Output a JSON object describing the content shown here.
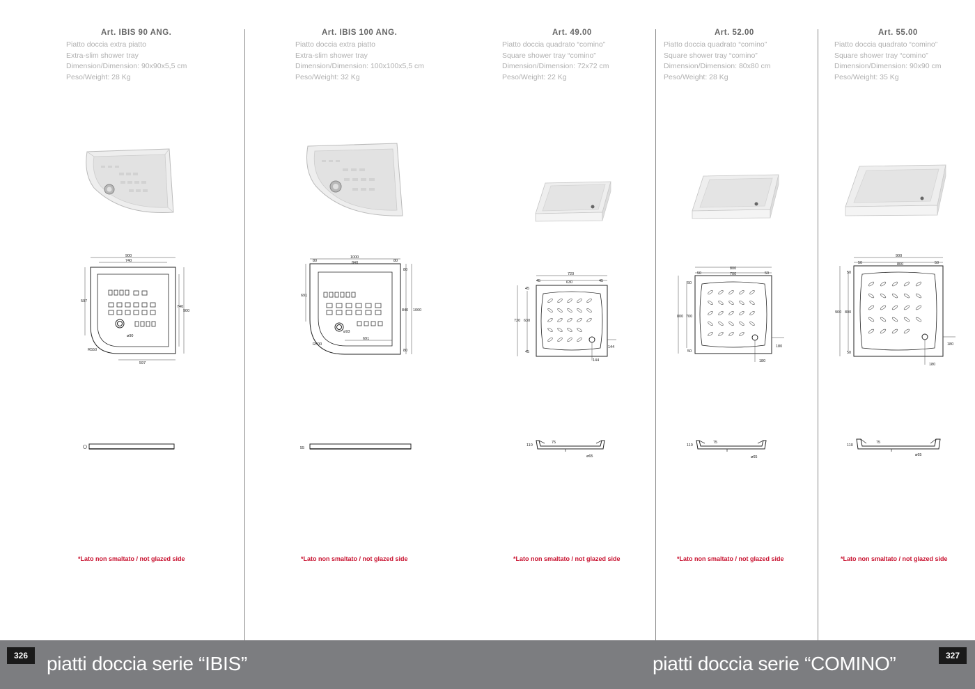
{
  "products": [
    {
      "title": "Art. IBIS 90 ANG.",
      "desc": [
        "Piatto doccia extra piatto",
        "Extra-slim shower tray",
        "Dimension/Dimension: 90x90x5,5 cm",
        "Peso/Weight: 28 Kg"
      ],
      "note": "*Lato non smaltato / not glazed side",
      "dims": {
        "w_total": "900",
        "w_inner": "740",
        "side_top": "597",
        "side_right_inner": "740",
        "side_right": "900",
        "waste": "ø90",
        "radius": "R550",
        "bottom": "597"
      }
    },
    {
      "title": "Art. IBIS 100 ANG.",
      "desc": [
        "Piatto doccia extra piatto",
        "Extra-slim shower tray",
        "Dimension/Dimension: 100x100x5,5 cm",
        "Peso/Weight: 32 Kg"
      ],
      "note": "*Lato non smaltato / not glazed side",
      "dims": {
        "w_total": "1000",
        "w_inner": "840",
        "margin_l": "80",
        "margin_r": "80",
        "right_m1": "80",
        "right_inner": "840",
        "right_total": "1000",
        "right_m2": "80",
        "side_left": "691",
        "waste": "ø93",
        "radius": "R500",
        "bottom": "691",
        "section_h": "55"
      }
    },
    {
      "title": "Art. 49.00",
      "desc": [
        "Piatto doccia quadrato “comino”",
        "Square shower tray “comino”",
        "Dimension/Dimension: 72x72 cm",
        "Peso/Weight: 22 Kg"
      ],
      "note": "*Lato non smaltato / not glazed side",
      "dims": {
        "w_total": "720",
        "w_inner": "630",
        "m_l": "45",
        "m_r": "45",
        "left_total": "720",
        "left_inner": "630",
        "left_m1": "45",
        "left_m2": "45",
        "waste_v": "144",
        "waste_h": "144",
        "sec_h": "110",
        "sec_w": "75",
        "sec_d": "ø65"
      }
    },
    {
      "title": "Art. 52.00",
      "desc": [
        "Piatto doccia quadrato “comino”",
        "Square shower tray “comino”",
        "Dimension/Dimension: 80x80 cm",
        "Peso/Weight: 28 Kg"
      ],
      "note": "*Lato non smaltato / not glazed side",
      "dims": {
        "w_total": "800",
        "w_inner": "700",
        "m_l": "50",
        "m_r": "50",
        "left_total": "800",
        "left_inner": "700",
        "left_m1": "50",
        "left_m2": "50",
        "waste_v": "180",
        "waste_h": "180",
        "sec_h": "110",
        "sec_w": "75",
        "sec_d": "ø65"
      }
    },
    {
      "title": "Art. 55.00",
      "desc": [
        "Piatto doccia quadrato “comino”",
        "Square shower tray “comino”",
        "Dimension/Dimension: 90x90 cm",
        "Peso/Weight: 35 Kg"
      ],
      "note": "*Lato non smaltato / not glazed side",
      "dims": {
        "w_total": "900",
        "w_inner": "800",
        "m_l": "50",
        "m_r": "50",
        "left_total": "900",
        "left_inner": "800",
        "left_m1": "50",
        "left_m2": "50",
        "waste_v": "180",
        "waste_h": "180",
        "sec_h": "110",
        "sec_w": "75",
        "sec_d": "ø65"
      }
    }
  ],
  "footer": {
    "page_left": "326",
    "series_left": "piatti doccia  serie “IBIS”",
    "series_right": "piatti doccia  serie “COMINO”",
    "page_right": "327"
  },
  "colors": {
    "footer": "#7c7d80",
    "note": "#c8102e",
    "title": "#666666",
    "desc": "#b0b0b0"
  }
}
